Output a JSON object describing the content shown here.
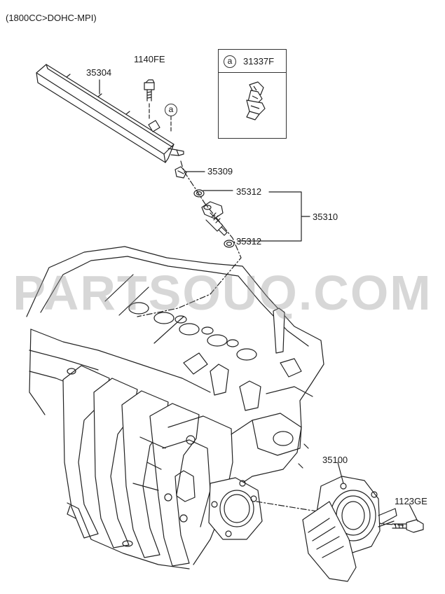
{
  "diagram": {
    "title": "(1800CC>DOHC-MPI)",
    "watermark": "PARTSOUQ.COM",
    "callout_letter": "a",
    "parts": {
      "fuel_rail": "35304",
      "bolt_rail": "1140FE",
      "clip_inset": "31337F",
      "clip": "35309",
      "oring_upper": "35312",
      "injector_assy": "35310",
      "oring_lower": "35312",
      "throttle_body": "35100",
      "bolt_throttle": "1123GE"
    }
  }
}
